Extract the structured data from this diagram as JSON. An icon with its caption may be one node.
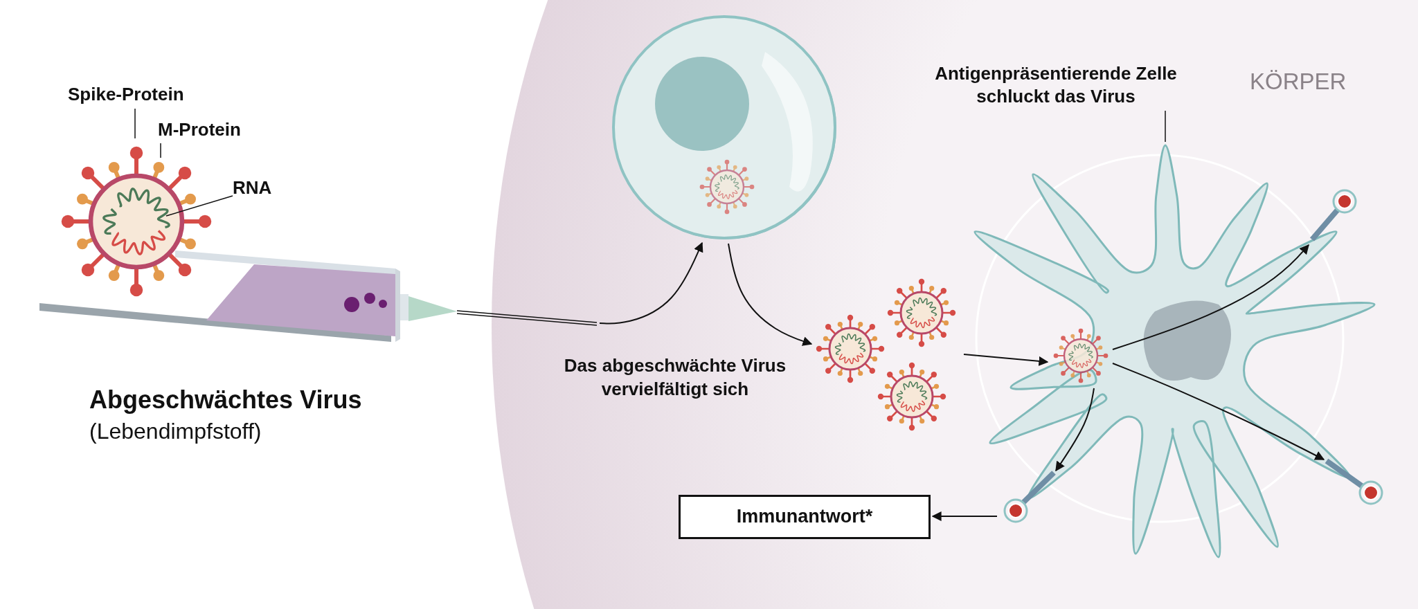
{
  "diagram": {
    "nodes": [
      {
        "text": [
          "Spike-Protein"
        ]
      },
      {
        "text": [
          "M-Protein"
        ]
      },
      {
        "text": [
          "RNA"
        ]
      },
      {
        "text": [],
        "shape": "picture"
      },
      {
        "text": [],
        "shape": "picture"
      },
      {
        "text": [],
        "shape": "circle"
      },
      {
        "text": [],
        "shape": "picture"
      },
      {
        "text": [
          "Antigenpräsentierende Zelle schluckt das Virus"
        ]
      },
      {
        "text": [],
        "shape": "picture"
      },
      {
        "text": [],
        "shape": "picture",
        "in": 8
      },
      {
        "text": [],
        "shape": "picture"
      },
      {
        "text": [],
        "shape": "picture"
      },
      {
        "text": [],
        "shape": "picture"
      },
      {
        "text": [
          "Immunantwort*"
        ]
      }
    ],
    "edges": [
      {
        "from": 0,
        "to": 3,
        "arrow": "none"
      },
      {
        "from": 1,
        "to": 3,
        "arrow": "none"
      },
      {
        "from": 2,
        "to": 3,
        "arrow": "none"
      },
      {
        "from": 4,
        "to": 5,
        "arrow": "to"
      },
      {
        "from": 5,
        "to": 6,
        "arrow": "to"
      },
      {
        "from": 6,
        "to": 9,
        "arrow": "to"
      },
      {
        "from": 7,
        "to": 8,
        "arrow": "none"
      },
      {
        "from": 9,
        "to": 10,
        "arrow": "to"
      },
      {
        "from": 9,
        "to": 11,
        "arrow": "to"
      },
      {
        "from": 9,
        "to": 12,
        "arrow": "to"
      },
      {
        "from": 12,
        "to": 13,
        "arrow": "to"
      }
    ],
    "labels": [
      "Abgeschwächtes Virus",
      "(Lebendimpfstoff)",
      "Das abgeschwächte Virus vervielfältigt sich",
      "KÖRPER"
    ]
  }
}
